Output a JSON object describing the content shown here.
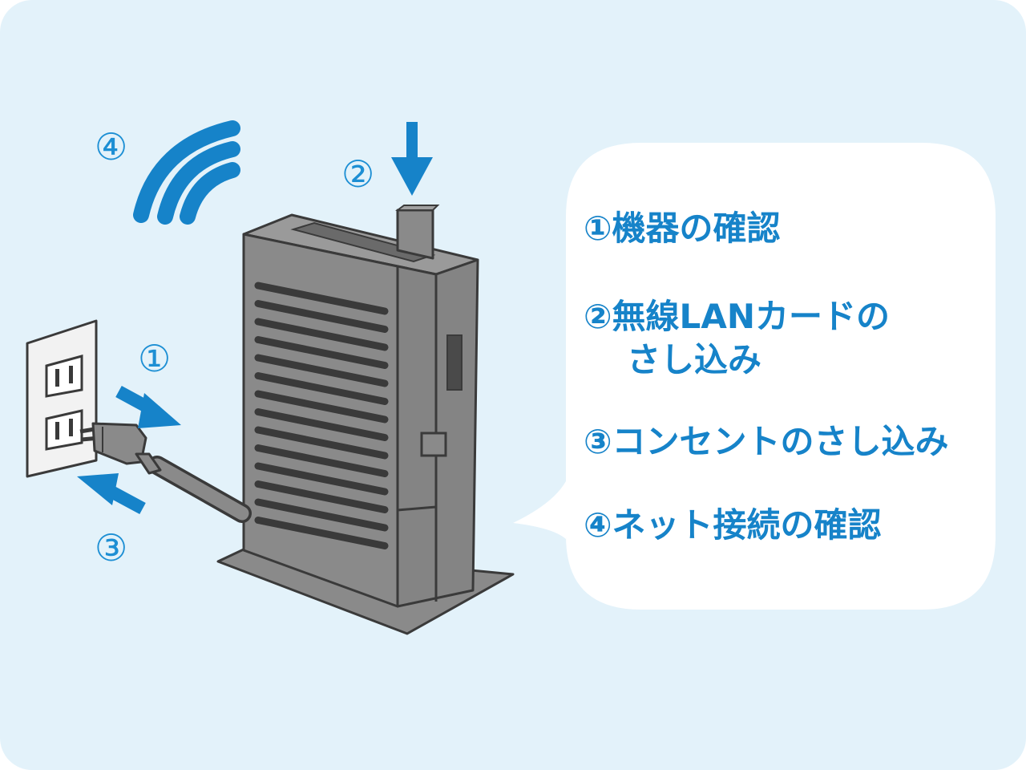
{
  "labels": {
    "wifi": "④",
    "card": "②",
    "plug_in": "①",
    "plug_out": "③"
  },
  "steps": [
    {
      "text": "①機器の確認"
    },
    {
      "line1": "②無線LANカードの",
      "line2": "さし込み"
    },
    {
      "text": "③コンセントのさし込み"
    },
    {
      "text": "④ネット接続の確認"
    }
  ],
  "colors": {
    "background": "#e3f2fa",
    "accent": "#1683c9",
    "device": "#8a8a8a",
    "outline": "#3a3a3a",
    "bubble": "#ffffff"
  }
}
